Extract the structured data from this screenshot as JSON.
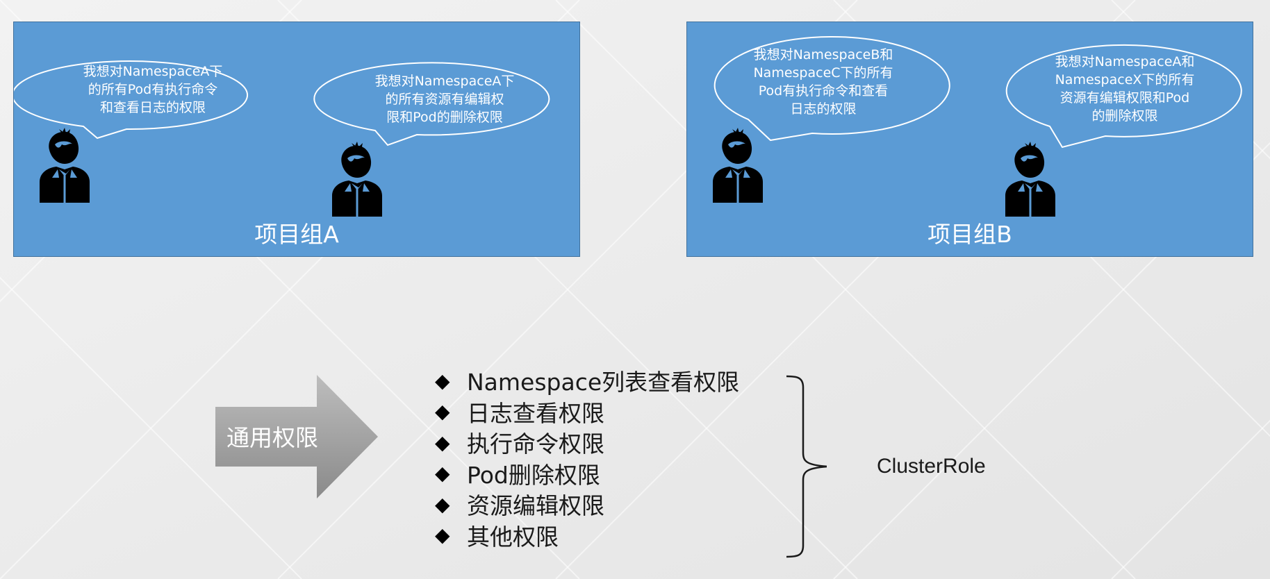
{
  "colors": {
    "panel_fill": "#5b9bd5",
    "panel_border": "#41719c",
    "arrow_fill_light": "#bdbdbd",
    "arrow_fill_dark": "#8a8a8a",
    "text_dark": "#1a1a1a",
    "text_light": "#ffffff"
  },
  "groups": [
    {
      "title": "项目组A",
      "users": [
        {
          "icon": "person-icon",
          "speech": "我想对NamespaceA下\n的所有Pod有执行命令\n和查看日志的权限"
        },
        {
          "icon": "person-icon",
          "speech": "我想对NamespaceA下\n的所有资源有编辑权\n限和Pod的删除权限"
        }
      ]
    },
    {
      "title": "项目组B",
      "users": [
        {
          "icon": "person-icon",
          "speech": "我想对NamespaceB和\nNamespaceC下的所有\nPod有执行命令和查看\n日志的权限"
        },
        {
          "icon": "person-icon",
          "speech": "我想对NamespaceA和\nNamespaceX下的所有\n资源有编辑权限和Pod\n的删除权限"
        }
      ]
    }
  ],
  "arrow": {
    "label": "通用权限",
    "icon": "right-arrow-icon"
  },
  "permissions": {
    "bullet_icon": "diamond-icon",
    "bullet_glyph": "◆",
    "items": [
      "Namespace列表查看权限",
      "日志查看权限",
      "执行命令权限",
      "Pod删除权限",
      "资源编辑权限",
      "其他权限"
    ]
  },
  "brace": {
    "icon": "right-brace-icon"
  },
  "result": {
    "label": "ClusterRole"
  }
}
